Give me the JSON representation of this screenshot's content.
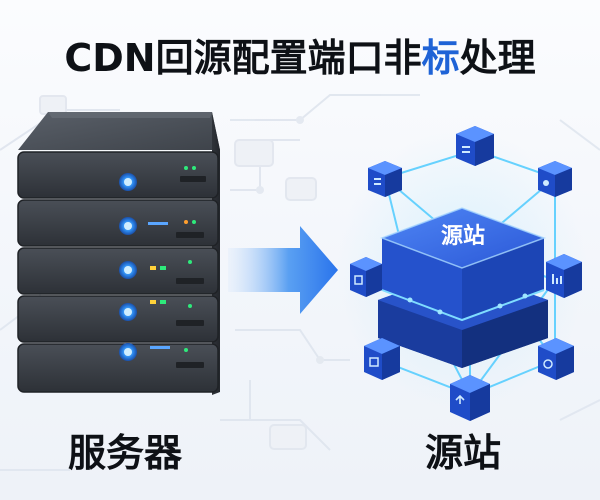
{
  "title": {
    "before": "CDN回源配置端口非",
    "highlight": "标",
    "after": "处理",
    "highlight_color": "#1f63d6"
  },
  "server": {
    "caption": "服务器"
  },
  "origin": {
    "caption": "源站",
    "center_label": "源站"
  },
  "colors": {
    "text": "#0e1116",
    "arrow": "#2a7ef0",
    "server_body": "#3b3f46",
    "origin_blue": "#2f5fe0",
    "network_glow": "#6fd3ff"
  }
}
